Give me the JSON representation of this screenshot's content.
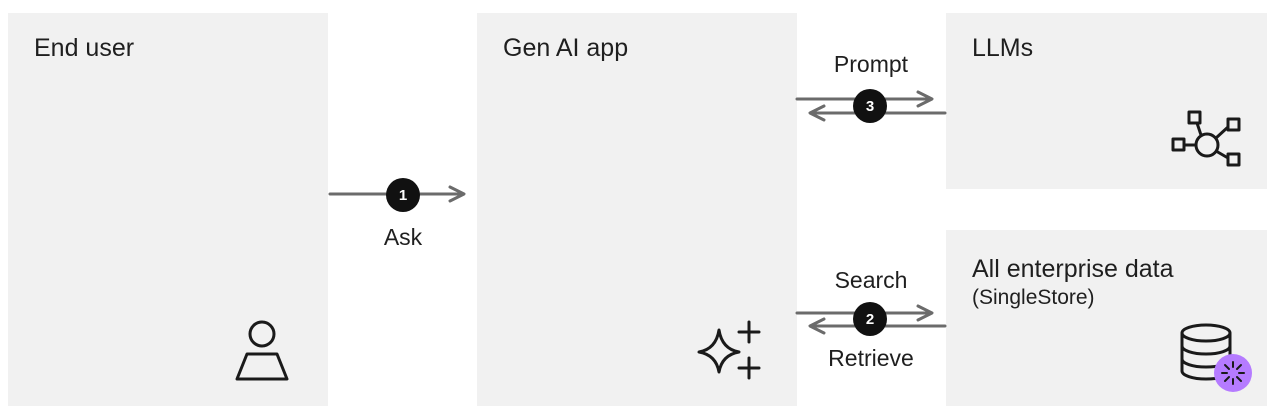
{
  "boxes": {
    "end_user": {
      "title": "End user",
      "icon": "person-icon"
    },
    "gen_ai_app": {
      "title": "Gen AI app",
      "icon": "sparkle-icon"
    },
    "llms": {
      "title": "LLMs",
      "icon": "network-icon"
    },
    "enterprise": {
      "title": "All enterprise data",
      "subtitle": "(SingleStore)",
      "icon": "database-icon"
    }
  },
  "steps": {
    "ask": {
      "number": "1",
      "label": "Ask"
    },
    "search": {
      "number": "2",
      "label": "Search",
      "return_label": "Retrieve"
    },
    "prompt": {
      "number": "3",
      "label": "Prompt"
    }
  },
  "colors": {
    "box_bg": "#f1f1f1",
    "arrow": "#6b6b6b",
    "badge": "#111111",
    "accent": "#b57bff"
  }
}
